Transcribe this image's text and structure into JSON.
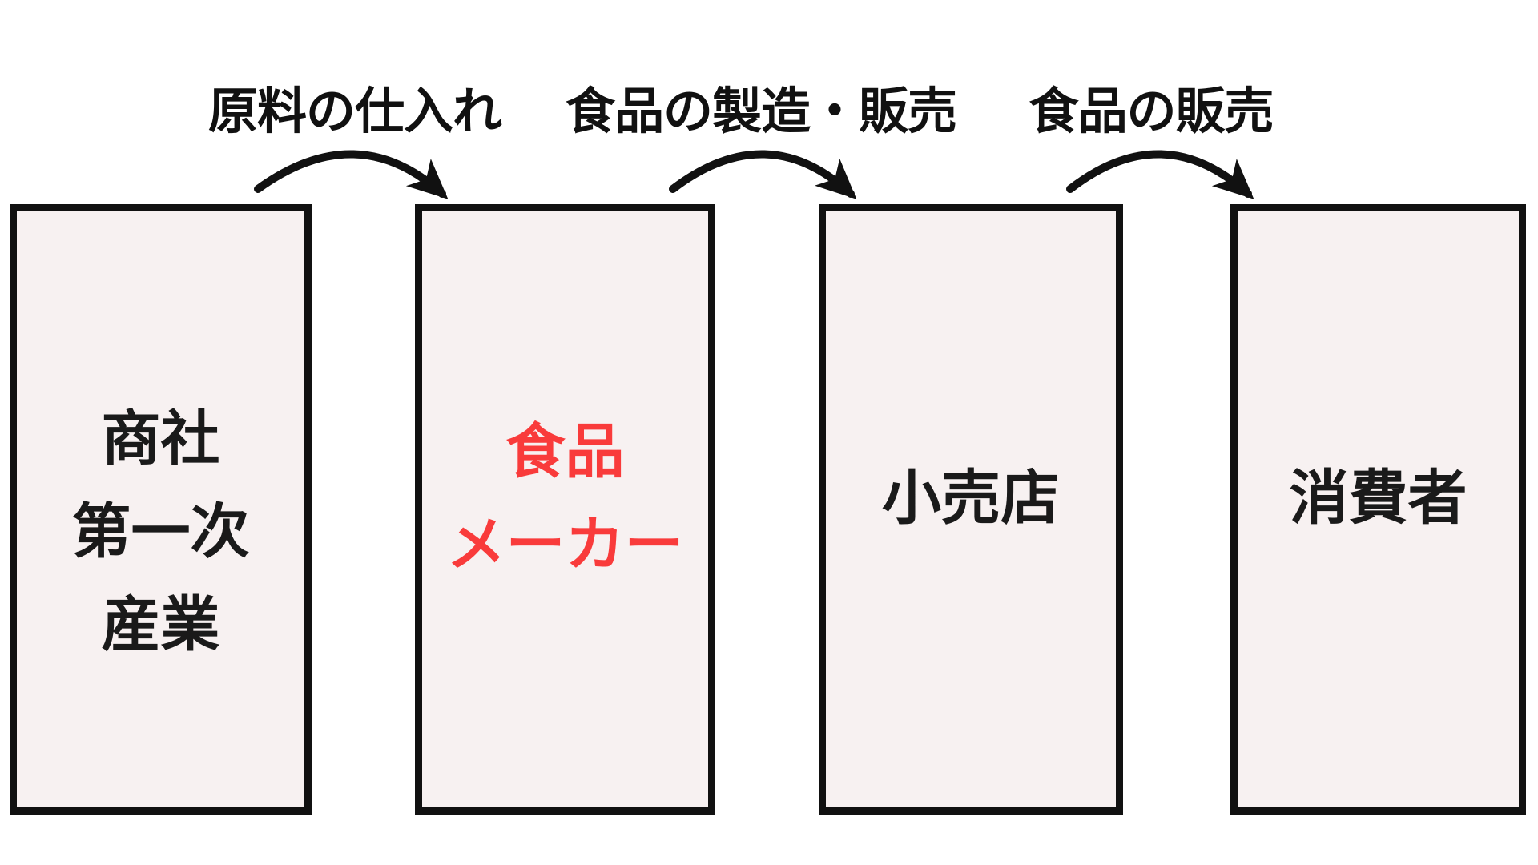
{
  "diagram": {
    "background": "#ffffff",
    "box_fill": "#f7f1f1",
    "line_color": "#111111",
    "red_accent": "#f93b3b",
    "flow_labels": [
      {
        "text": "原料の仕入れ"
      },
      {
        "text": "食品の製造・販売"
      },
      {
        "text": "食品の販売"
      }
    ],
    "nodes": [
      {
        "lines": [
          "商社",
          "第一次",
          "産業"
        ],
        "color": "#1a1a1a"
      },
      {
        "lines": [
          "食品",
          "メーカー"
        ],
        "color": "#f93b3b"
      },
      {
        "lines": [
          "小売店"
        ],
        "color": "#1a1a1a"
      },
      {
        "lines": [
          "消費者"
        ],
        "color": "#1a1a1a"
      }
    ]
  }
}
